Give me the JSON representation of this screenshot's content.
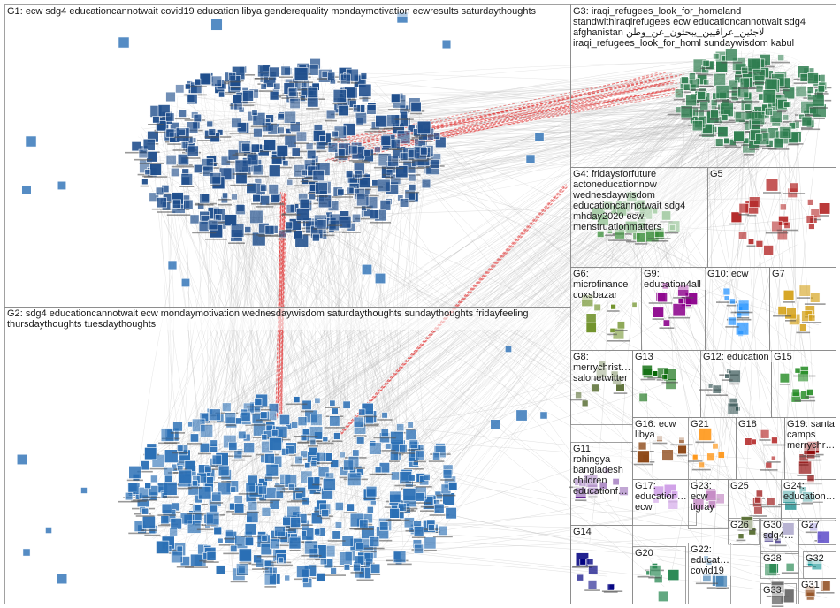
{
  "groups": [
    {
      "id": "G1",
      "terms": "ecw sdg4 educationcannotwait covid19 education libya genderequality mondaymotivation ecwresults saturdaythoughts",
      "color": "#1f4e8c"
    },
    {
      "id": "G2",
      "terms": "sdg4 educationcannotwait ecw mondaymotivation wednesdaywisdom saturdaythoughts sundaythoughts fridayfeeling thursdaythoughts tuesdaythoughts",
      "color": "#2a6fb5"
    },
    {
      "id": "G3",
      "terms": "iraqi_refugees_look_for_homeland standwithiraqirefugees ecw educationcannotwait sdg4 afghanistan لاجئين_عراقيين_يبحثون_عن_وطن iraqi_refugees_look_for_homl sundaywisdom kabul",
      "color": "#2e7d4f"
    },
    {
      "id": "G4",
      "terms": "fridaysforfuture actoneducationnow wednesdaywisdom educationcannotwait sdg4 mhday2020 ecw menstruationmatters",
      "color": "#3a8f3a"
    },
    {
      "id": "G5",
      "terms": "",
      "color": "#b22222"
    },
    {
      "id": "G6",
      "terms": "microfinance coxsbazar",
      "color": "#6b8e23"
    },
    {
      "id": "G7",
      "terms": "",
      "color": "#d4a017"
    },
    {
      "id": "G8",
      "terms": "merrychrist… salonetwitter",
      "color": "#556b2f"
    },
    {
      "id": "G9",
      "terms": "education4all",
      "color": "#8b008b"
    },
    {
      "id": "G10",
      "terms": "ecw",
      "color": "#1e90ff"
    },
    {
      "id": "G11",
      "terms": "rohingya bangladesh children educationf…",
      "color": "#4b0082"
    },
    {
      "id": "G12",
      "terms": "education",
      "color": "#2f4f4f"
    },
    {
      "id": "G13",
      "terms": "",
      "color": "#006400"
    },
    {
      "id": "G14",
      "terms": "",
      "color": "#000080"
    },
    {
      "id": "G15",
      "terms": "",
      "color": "#228b22"
    },
    {
      "id": "G16",
      "terms": "ecw libya",
      "color": "#8b4513"
    },
    {
      "id": "G17",
      "terms": "education… ecw",
      "color": "#9932cc"
    },
    {
      "id": "G18",
      "terms": "",
      "color": "#b22222"
    },
    {
      "id": "G19",
      "terms": "santa camps merrychr…",
      "color": "#8b0000"
    },
    {
      "id": "G20",
      "terms": "",
      "color": "#2e8b57"
    },
    {
      "id": "G21",
      "terms": "",
      "color": "#ff8c00"
    },
    {
      "id": "G22",
      "terms": "educat… covid19",
      "color": "#4682b4"
    },
    {
      "id": "G23",
      "terms": "ecw tigray",
      "color": "#800080"
    },
    {
      "id": "G24",
      "terms": "education…",
      "color": "#008080"
    },
    {
      "id": "G25",
      "terms": "",
      "color": "#a52a2a"
    },
    {
      "id": "G26",
      "terms": "",
      "color": "#556b2f"
    },
    {
      "id": "G27",
      "terms": "",
      "color": "#6a5acd"
    },
    {
      "id": "G28",
      "terms": "",
      "color": "#2e8b57"
    },
    {
      "id": "G30",
      "terms": "sdg4…",
      "color": "#483d8b"
    },
    {
      "id": "G31",
      "terms": "",
      "color": "#8b4513"
    },
    {
      "id": "G32",
      "terms": "",
      "color": "#008b8b"
    },
    {
      "id": "G33",
      "terms": "",
      "color": "#696969"
    }
  ],
  "colors": {
    "background": "#ffffff",
    "box_border": "#8a8a8a",
    "edge_gray": "#b8b8b8",
    "edge_red": "#e23b3b",
    "node_label": "#555555"
  }
}
